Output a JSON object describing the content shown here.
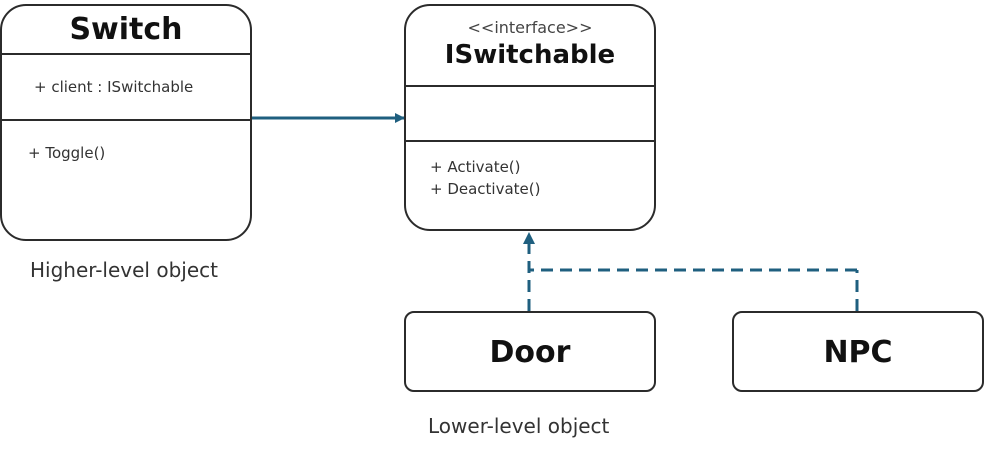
{
  "diagram": {
    "switch_class": {
      "name": "Switch",
      "attributes": [
        "+ client : ISwitchable"
      ],
      "operations": [
        "+ Toggle()"
      ]
    },
    "interface_class": {
      "stereotype": "<<interface>>",
      "name": "ISwitchable",
      "attributes": [],
      "operations": [
        "+ Activate()",
        "+ Deactivate()"
      ]
    },
    "door_class": {
      "name": "Door"
    },
    "npc_class": {
      "name": "NPC"
    },
    "captions": {
      "higher": "Higher-level object",
      "lower": "Lower-level object"
    },
    "colors": {
      "connector": "#1f5f7f",
      "border": "#2b2b2b"
    }
  }
}
